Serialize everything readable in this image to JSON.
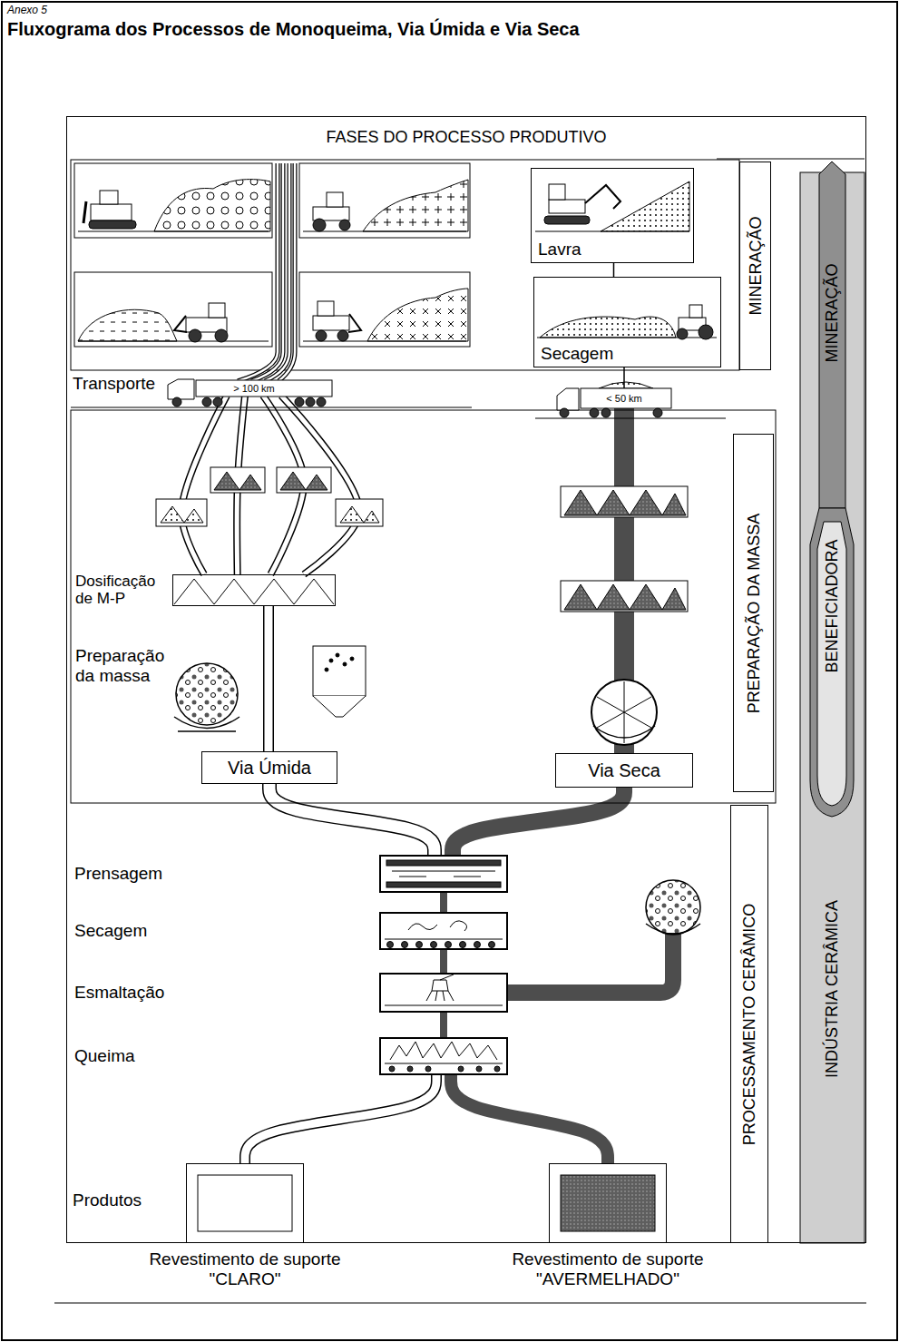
{
  "diagram": {
    "title": "Fluxograma dos Processos de Monoqueima, Via Úmida e Via Seca",
    "nodes": [
      {
        "text": [
          "FASES DO PROCESSO PRODUTIVO"
        ]
      },
      {
        "text": [
          "Lavra"
        ],
        "in": 0
      },
      {
        "text": [
          "Secagem"
        ],
        "in": 0
      },
      {
        "text": [
          "MINERAÇÃO"
        ],
        "in": 0
      },
      {
        "text": [
          "> 100 km"
        ],
        "in": 0
      },
      {
        "text": [
          "< 50 km"
        ],
        "in": 0
      },
      {
        "text": [
          "Dosificação de M-P"
        ],
        "in": 0
      },
      {
        "text": [
          "Via Úmida"
        ],
        "in": 0
      },
      {
        "text": [
          "Via Seca"
        ],
        "in": 0
      },
      {
        "text": [
          "PREPARAÇÃO DA MASSA"
        ],
        "in": 0
      },
      {
        "text": [
          "Prensagem"
        ],
        "in": 0
      },
      {
        "text": [
          "Secagem"
        ],
        "in": 0
      },
      {
        "text": [
          "Esmaltação"
        ],
        "in": 0
      },
      {
        "text": [
          "Queima"
        ],
        "in": 0
      },
      {
        "text": [
          "PROCESSAMENTO CERÂMICO"
        ],
        "in": 0
      },
      {
        "text": [
          "Revestimento de suporte \"CLARO\""
        ],
        "in": 0
      },
      {
        "text": [
          "Revestimento de suporte \"AVERMELHADO\""
        ],
        "in": 0
      },
      {
        "text": [
          "MINERAÇÃO",
          "BENEFICIADORA",
          "INDÚSTRIA CERÂMICA"
        ],
        "in": 0
      }
    ],
    "edges": [
      {
        "from": 1,
        "to": 2,
        "arrow": "none"
      },
      {
        "from": 2,
        "to": 5,
        "arrow": "none"
      },
      {
        "from": 4,
        "to": 6,
        "arrow": "none"
      },
      {
        "from": 5,
        "to": 8,
        "arrow": "none"
      },
      {
        "from": 6,
        "to": 7,
        "arrow": "none"
      },
      {
        "from": 7,
        "to": 10,
        "arrow": "none"
      },
      {
        "from": 8,
        "to": 10,
        "arrow": "none"
      },
      {
        "from": 10,
        "to": 11,
        "arrow": "none"
      },
      {
        "from": 11,
        "to": 12,
        "arrow": "none"
      },
      {
        "from": 12,
        "to": 13,
        "arrow": "none"
      },
      {
        "from": 13,
        "to": 15,
        "arrow": "none"
      },
      {
        "from": 13,
        "to": 16,
        "arrow": "none"
      }
    ],
    "labels": [
      "Anexo 5",
      "Transporte",
      "Preparação da massa",
      "Produtos"
    ]
  }
}
